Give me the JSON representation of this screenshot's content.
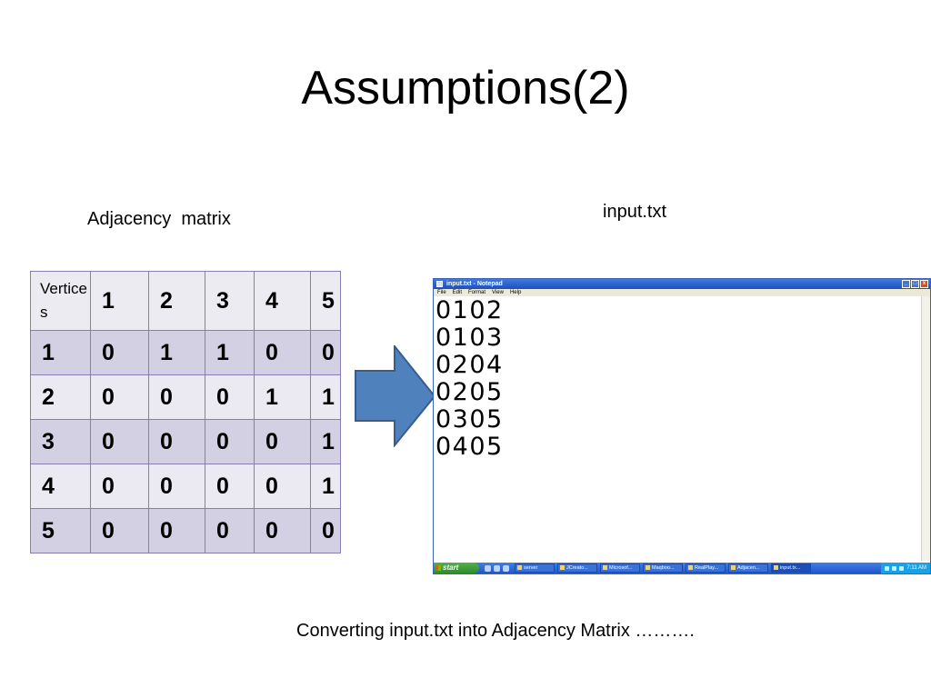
{
  "slide": {
    "title": "Assumptions(2)",
    "matrix_label": "Adjacency  matrix",
    "file_label": "input.txt",
    "caption": "Converting input.txt into Adjacency Matrix ………."
  },
  "matrix": {
    "corner_label": "Vertices",
    "columns": [
      "1",
      "2",
      "3",
      "4",
      "5"
    ],
    "rows": [
      {
        "vertex": "1",
        "cells": [
          "0",
          "1",
          "1",
          "0",
          "0"
        ]
      },
      {
        "vertex": "2",
        "cells": [
          "0",
          "0",
          "0",
          "1",
          "1"
        ]
      },
      {
        "vertex": "3",
        "cells": [
          "0",
          "0",
          "0",
          "0",
          "1"
        ]
      },
      {
        "vertex": "4",
        "cells": [
          "0",
          "0",
          "0",
          "0",
          "1"
        ]
      },
      {
        "vertex": "5",
        "cells": [
          "0",
          "0",
          "0",
          "0",
          "0"
        ]
      }
    ]
  },
  "notepad": {
    "window_title": "input.txt - Notepad",
    "menu": [
      "File",
      "Edit",
      "Format",
      "View",
      "Help"
    ],
    "lines": [
      "0102",
      "0103",
      "0204",
      "0205",
      "0305",
      "0405"
    ],
    "controls": {
      "minimize": "_",
      "maximize": "□",
      "close": "x"
    }
  },
  "taskbar": {
    "start_label": "start",
    "items": [
      "server",
      "JCreato...",
      "Microsof...",
      "Maqboo...",
      "RealPlay...",
      "Adjacen...",
      "input.tx..."
    ],
    "clock": "7:11 AM"
  },
  "colors": {
    "arrow_fill": "#4f81bd",
    "arrow_stroke": "#385d8a",
    "table_border": "#8a7bb0",
    "table_row_dark": "#d4d0e3",
    "table_row_light": "#ebe9f1"
  }
}
